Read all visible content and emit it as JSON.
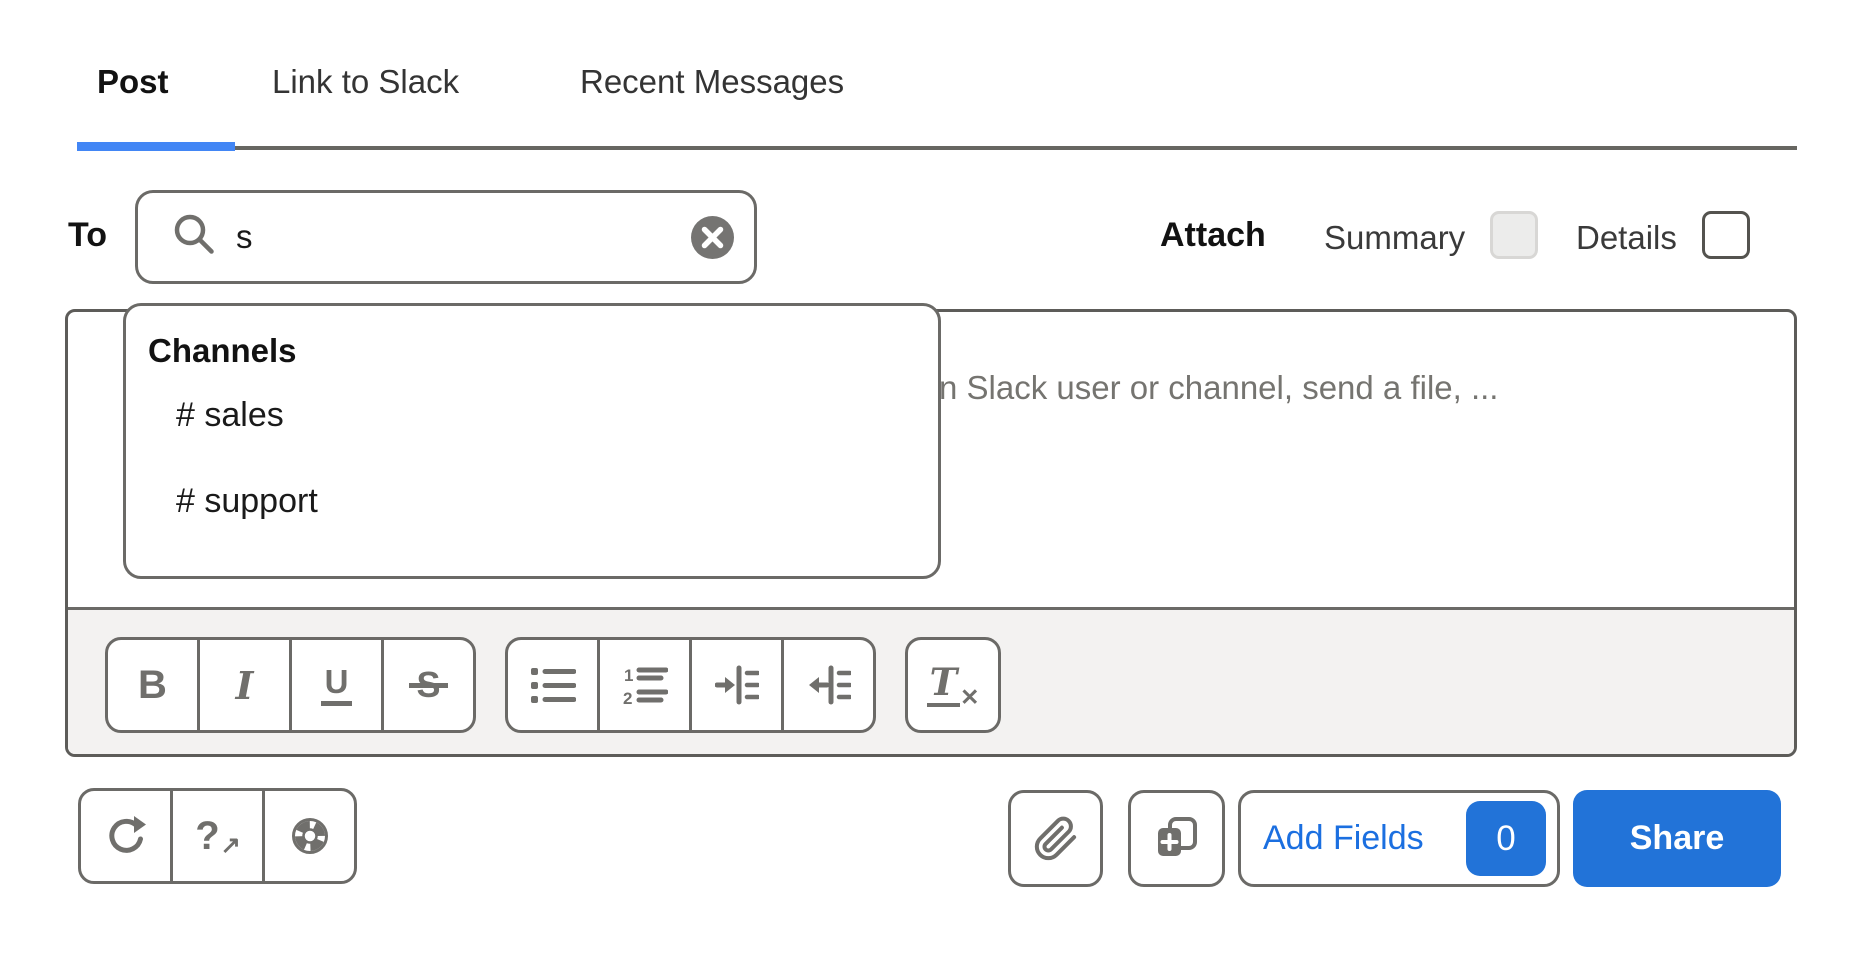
{
  "tabs": [
    {
      "label": "Post",
      "active": true
    },
    {
      "label": "Link to Slack",
      "active": false
    },
    {
      "label": "Recent Messages",
      "active": false
    }
  ],
  "to_field": {
    "label": "To",
    "value": "s",
    "search_icon": "search-icon",
    "clear_icon": "clear-icon"
  },
  "attach": {
    "label": "Attach",
    "options": [
      {
        "label": "Summary",
        "checked": false,
        "disabled": true
      },
      {
        "label": "Details",
        "checked": false,
        "disabled": false
      }
    ]
  },
  "suggestions": {
    "group_label": "Channels",
    "items": [
      "# sales",
      "# support"
    ]
  },
  "composer": {
    "placeholder_visible": "n Slack user or channel, send a file, ..."
  },
  "toolbar": {
    "format_buttons": [
      "bold",
      "italic",
      "underline",
      "strikethrough"
    ],
    "list_buttons": [
      "bulleted-list",
      "numbered-list",
      "indent",
      "outdent"
    ],
    "clear_button": "clear-formatting"
  },
  "footer": {
    "utility_buttons": [
      "redo",
      "help-external",
      "support-ring"
    ],
    "attachment_button": "paperclip",
    "template_button": "copy-add",
    "add_fields": {
      "label": "Add Fields",
      "count": "0"
    },
    "share": {
      "label": "Share"
    }
  },
  "colors": {
    "accent_underline": "#4286f5",
    "brand_blue": "#2273d8",
    "link_blue": "#1b6fe0",
    "icon_gray": "#706f6c",
    "strip_gray": "#f3f2f1"
  }
}
